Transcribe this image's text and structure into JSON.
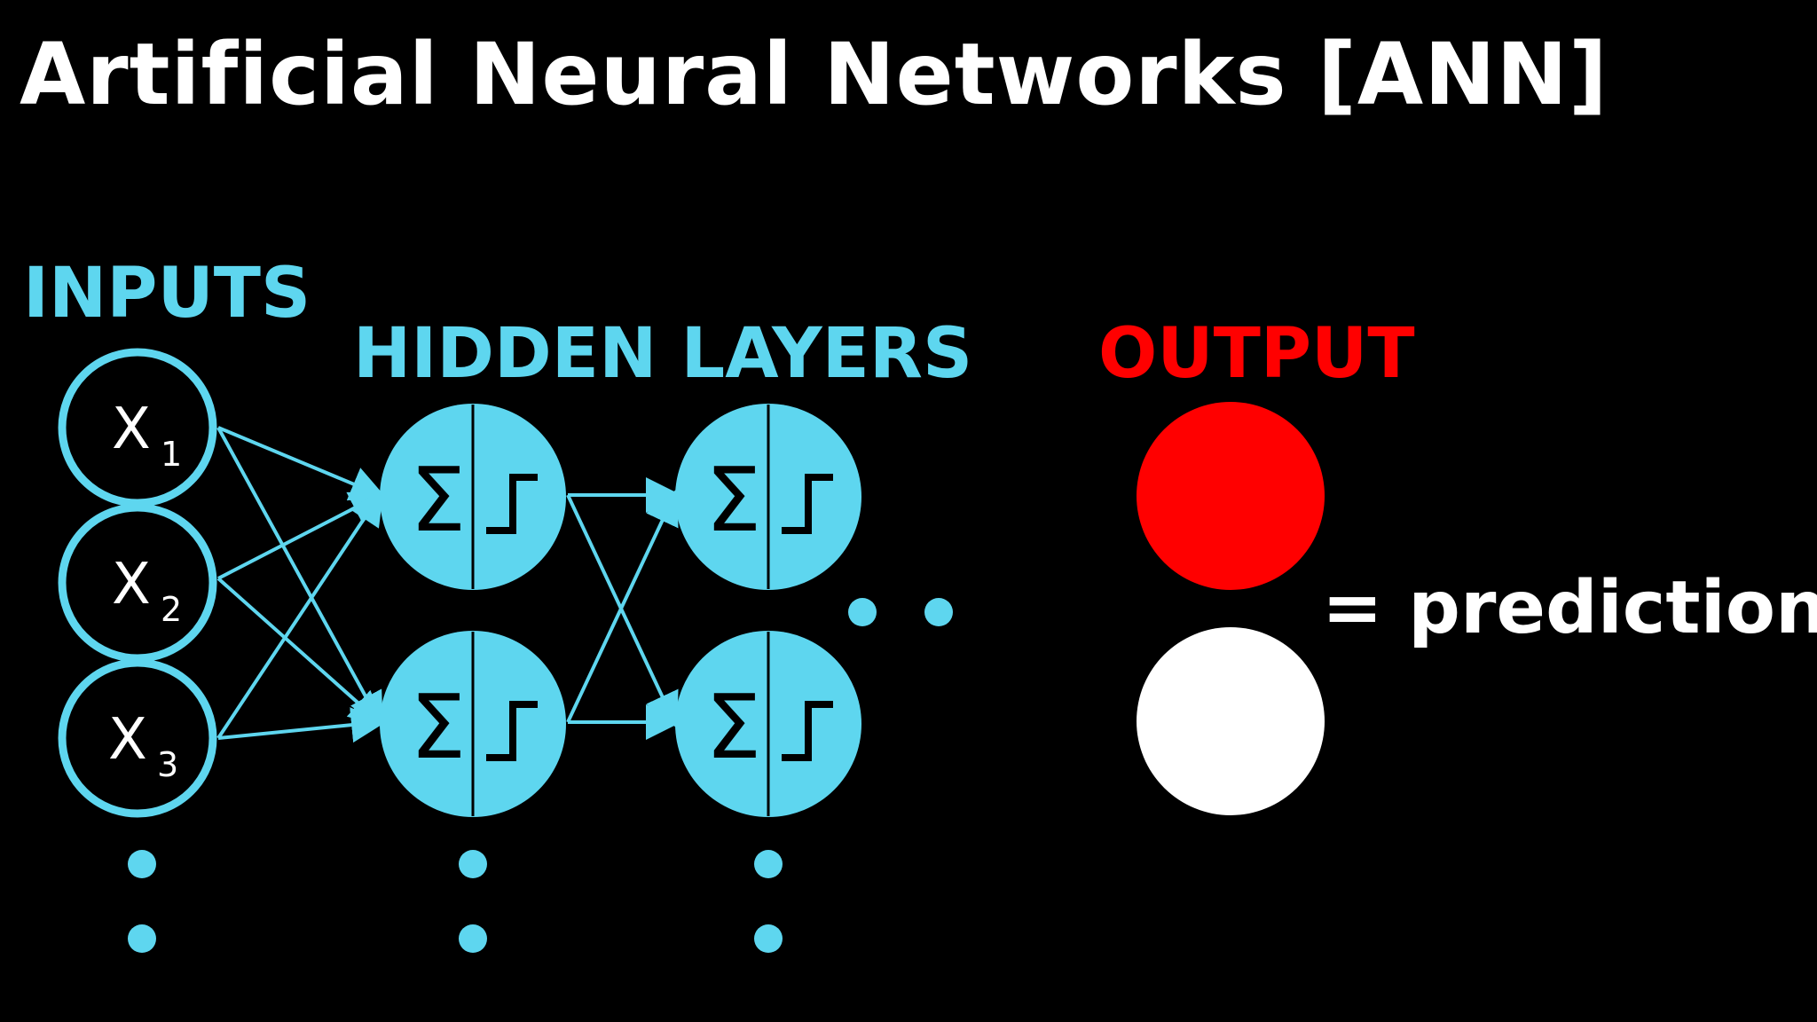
{
  "title": "Artificial Neural Networks [ANN]",
  "labels": {
    "inputs": "INPUTS",
    "hidden": "HIDDEN LAYERS",
    "output": "OUTPUT",
    "predictions": "= predictions"
  },
  "inputs": [
    {
      "name": "X",
      "sub": "1"
    },
    {
      "name": "X",
      "sub": "2"
    },
    {
      "name": "X",
      "sub": "3"
    }
  ],
  "hidden_symbol": "Σ",
  "colors": {
    "background": "#000000",
    "accent": "#5ed6ef",
    "output_active": "#ff0000",
    "output_inactive": "#ffffff",
    "text": "#ffffff"
  }
}
